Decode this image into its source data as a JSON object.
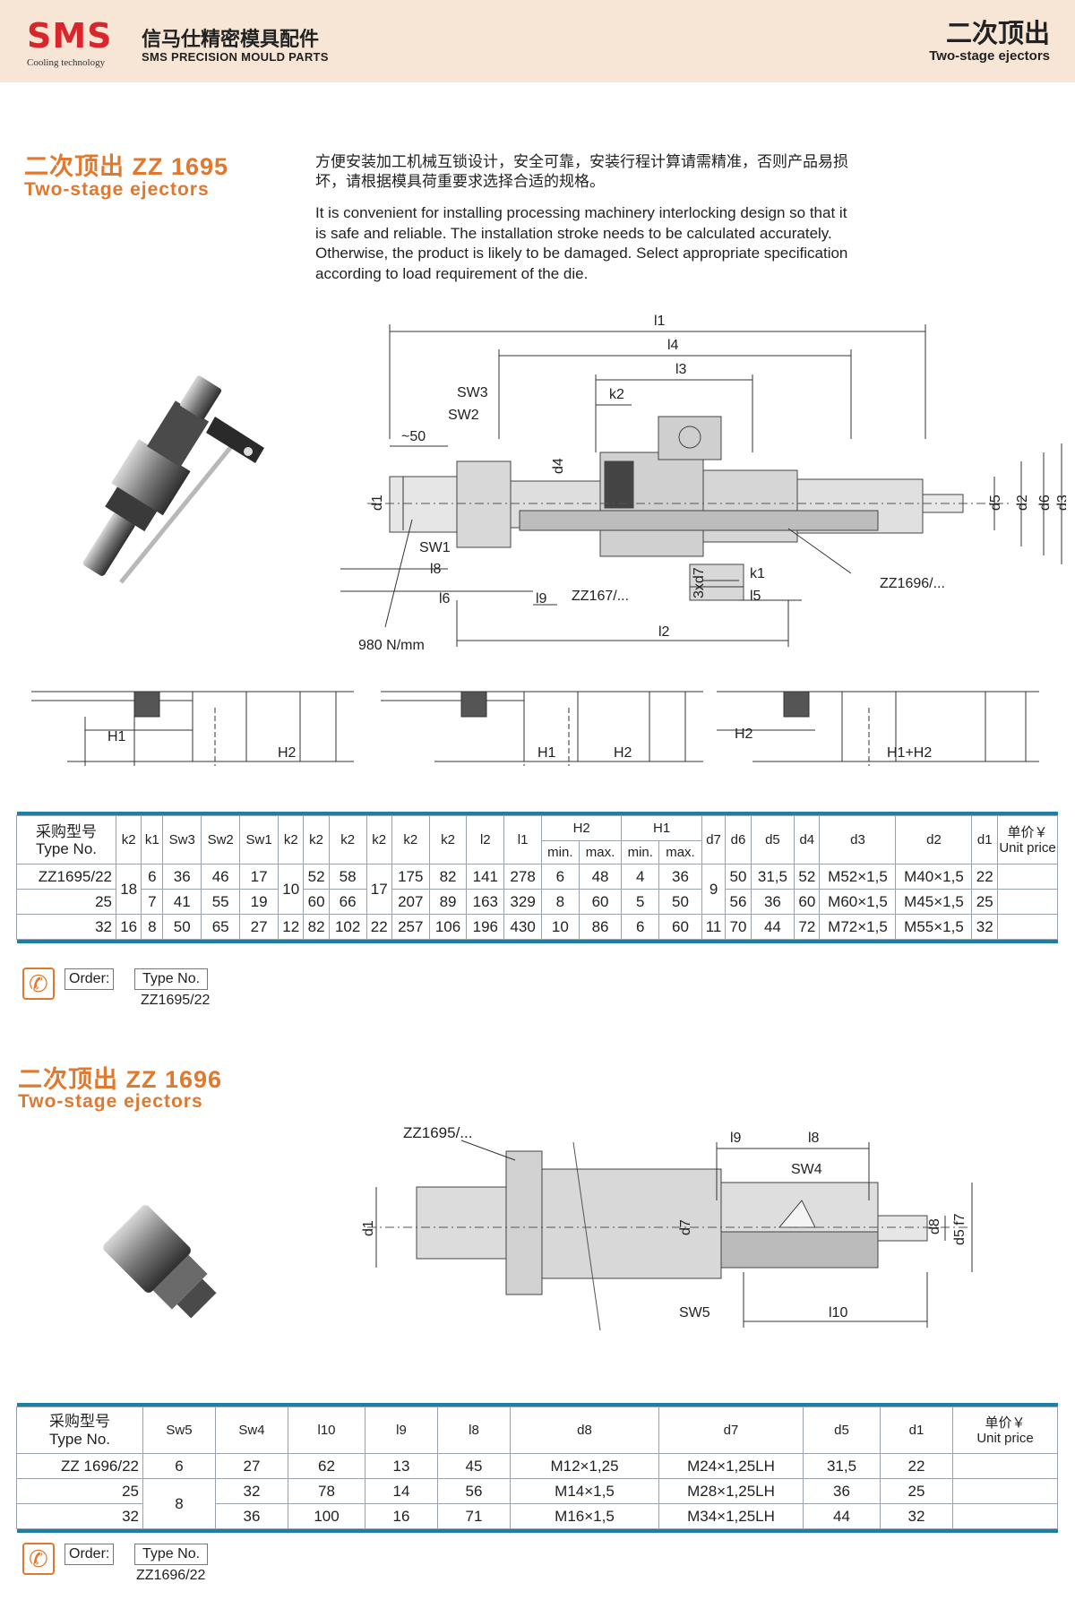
{
  "header": {
    "logo_mark": "SMS",
    "logo_sub": "Cooling technology",
    "company_cn": "信马仕精密模具配件",
    "company_en": "SMS PRECISION MOULD PARTS",
    "title_cn": "二次顶出",
    "title_en": "Two-stage ejectors"
  },
  "section1": {
    "title_cn": "二次顶出  ZZ 1695",
    "title_en": "Two-stage ejectors",
    "desc_cn": "方便安装加工机械互锁设计，安全可靠，安装行程计算请需精准，否则产品易损坏，请根据模具荷重要求选择合适的规格。",
    "desc_en": "It is convenient for installing processing machinery interlocking design so that it is safe and reliable. The installation stroke needs to be calculated accurately. Otherwise, the product is likely to be damaged. Select appropriate specification according to load requirement of the die.",
    "drawing_labels": {
      "l1": "l1",
      "l4": "l4",
      "l3": "l3",
      "k2": "k2",
      "sw3": "SW3",
      "sw2": "SW2",
      "approx50": "~50",
      "d1": "d1",
      "d4": "d4",
      "sw1": "SW1",
      "l8": "l8",
      "l6": "l6",
      "l9": "l9",
      "zz167": "ZZ167/...",
      "3xd7": "3xd7",
      "k1": "k1",
      "l5": "l5",
      "l2": "l2",
      "zz1696": "ZZ1696/...",
      "spring": "980  N/mm",
      "d5": "d5",
      "d2": "d2",
      "d6": "d6",
      "d3": "d3"
    },
    "stroke_labels": {
      "h1": "H1",
      "h2": "H2",
      "h1h2": "H1+H2"
    },
    "table": {
      "headers": [
        "采购型号",
        "Type No.",
        "k2",
        "k1",
        "Sw3",
        "Sw2",
        "Sw1",
        "k2",
        "k2",
        "k2",
        "k2",
        "k2",
        "k2",
        "l2",
        "l1",
        "H2",
        "H1",
        "min.",
        "max.",
        "min.",
        "max.",
        "d7",
        "d6",
        "d5",
        "d4",
        "d3",
        "d2",
        "d1",
        "单价￥",
        "Unit price"
      ],
      "rows": [
        [
          "ZZ1695/22",
          "18",
          "6",
          "36",
          "46",
          "17",
          "10",
          "52",
          "58",
          "17",
          "175",
          "82",
          "141",
          "278",
          "6",
          "48",
          "4",
          "36",
          "9",
          "50",
          "31,5",
          "52",
          "M52×1,5",
          "M40×1,5",
          "22"
        ],
        [
          "25",
          "",
          "7",
          "41",
          "55",
          "19",
          "",
          "60",
          "66",
          "",
          "207",
          "89",
          "163",
          "329",
          "8",
          "60",
          "5",
          "50",
          "",
          "56",
          "36",
          "60",
          "M60×1,5",
          "M45×1,5",
          "25"
        ],
        [
          "32",
          "16",
          "8",
          "50",
          "65",
          "27",
          "12",
          "82",
          "102",
          "22",
          "257",
          "106",
          "196",
          "430",
          "10",
          "86",
          "6",
          "60",
          "11",
          "70",
          "44",
          "72",
          "M72×1,5",
          "M55×1,5",
          "32"
        ]
      ]
    },
    "order": {
      "label": "Order:",
      "type_label": "Type No.",
      "value": "ZZ1695/22"
    }
  },
  "section2": {
    "title_cn": "二次顶出  ZZ 1696",
    "title_en": "Two-stage ejectors",
    "drawing_labels": {
      "zz1695": "ZZ1695/...",
      "l9": "l9",
      "l8": "l8",
      "sw4": "SW4",
      "d1": "d1",
      "d7": "d7",
      "d8": "d8",
      "d5f7": "d5 f7",
      "sw5": "SW5",
      "l10": "l10"
    },
    "table": {
      "headers": [
        "采购型号",
        "Type No.",
        "Sw5",
        "Sw4",
        "l10",
        "l9",
        "l8",
        "d8",
        "d7",
        "d5",
        "d1",
        "单价￥",
        "Unit price"
      ],
      "rows": [
        [
          "ZZ 1696/22",
          "6",
          "27",
          "62",
          "13",
          "45",
          "M12×1,25",
          "M24×1,25LH",
          "31,5",
          "22"
        ],
        [
          "25",
          "8",
          "32",
          "78",
          "14",
          "56",
          "M14×1,5",
          "M28×1,25LH",
          "36",
          "25"
        ],
        [
          "32",
          "",
          "36",
          "100",
          "16",
          "71",
          "M16×1,5",
          "M34×1,25LH",
          "44",
          "32"
        ]
      ]
    },
    "order": {
      "label": "Order:",
      "type_label": "Type No.",
      "value": "ZZ1696/22"
    }
  },
  "colors": {
    "accent": "#e0782e",
    "logo_red": "#d8262c",
    "header_bg": "#f7e6d6",
    "table_bar": "#1b7fa6"
  }
}
